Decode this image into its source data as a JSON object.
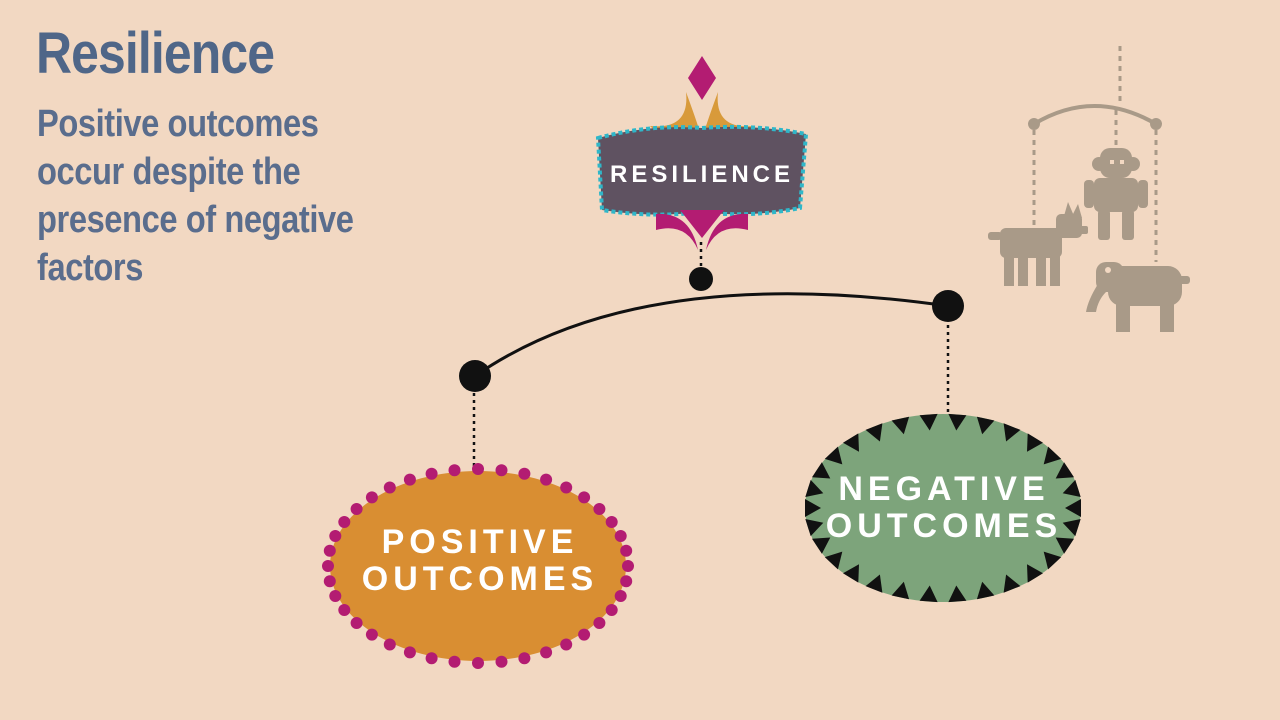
{
  "heading": {
    "title": "Resilience",
    "subtitle": "Positive outcomes occur despite the presence of negative factors"
  },
  "diagram": {
    "top_node": {
      "label": "RESILIENCE",
      "color": "#5f5261",
      "border": "#2fb7c9"
    },
    "positive_node": {
      "line1": "POSITIVE",
      "line2": "OUTCOMES",
      "color": "#d98e32",
      "dots": "#b31c72"
    },
    "negative_node": {
      "line1": "NEGATIVE",
      "line2": "OUTCOMES",
      "color": "#7da47b",
      "spikes": "#111111"
    }
  },
  "colors": {
    "background": "#f2d8c2",
    "text": "#4f6688",
    "magenta": "#b31c72",
    "gold": "#d89a3a",
    "mobile": "#a99a88"
  },
  "icons": [
    "baby-mobile-icon",
    "monkey-icon",
    "dog-icon",
    "elephant-icon",
    "diamond-icon"
  ]
}
